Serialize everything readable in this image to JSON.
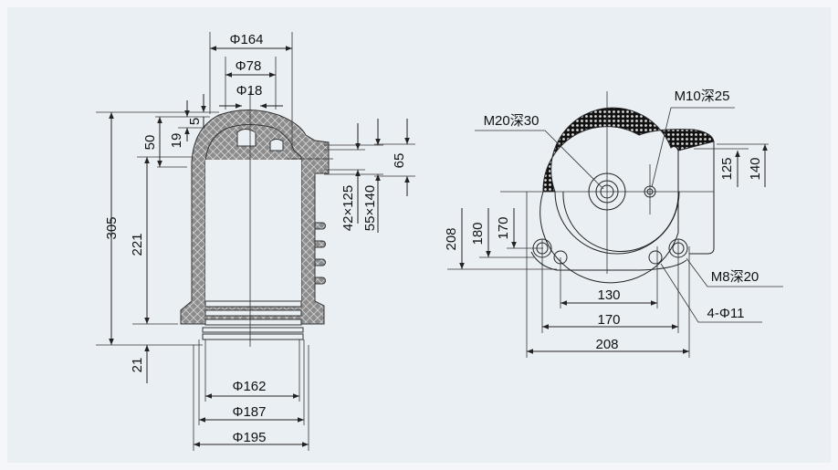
{
  "side_view": {
    "dims": {
      "d164": "Φ164",
      "d78": "Φ78",
      "d18": "Φ18",
      "h305": "305",
      "h50": "50",
      "h19": "19",
      "h5": "5",
      "h221": "221",
      "h21": "21",
      "r42x125": "42×125",
      "r55x140": "55×140",
      "r65": "65",
      "d162": "Φ162",
      "d187": "Φ187",
      "d195": "Φ195"
    }
  },
  "top_view": {
    "labels": {
      "m20": "M20深30",
      "m10": "M10深25",
      "m8": "M8深20",
      "holes": "4-Φ11"
    },
    "dims": {
      "w130": "130",
      "w170": "170",
      "w208": "208",
      "h208": "208",
      "h180": "180",
      "h170": "170",
      "h125": "125",
      "h140": "140"
    }
  },
  "colors": {
    "background": "#eaeff4",
    "line": "#222222"
  }
}
